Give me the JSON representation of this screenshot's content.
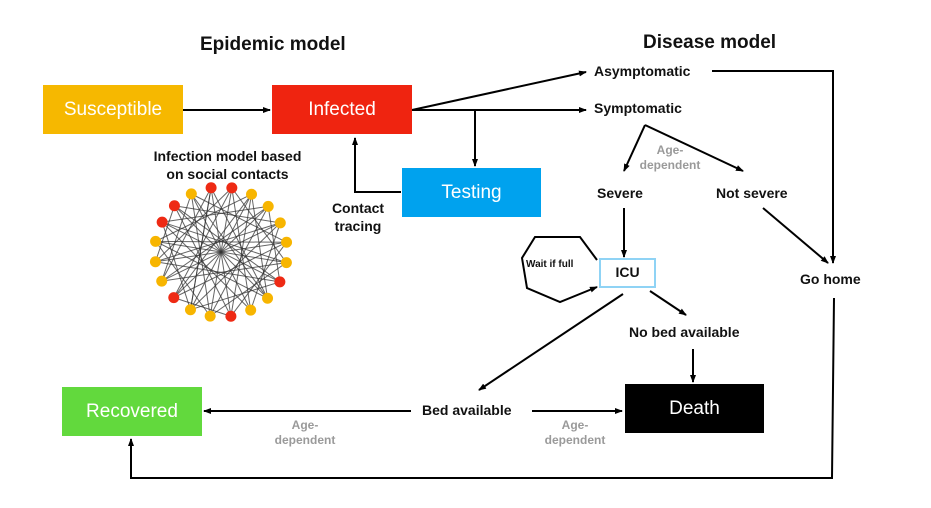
{
  "titles": {
    "epidemic": "Epidemic model",
    "disease": "Disease model"
  },
  "colors": {
    "susceptible": "#f6b800",
    "infected": "#ef2410",
    "testing": "#00a2ee",
    "recovered": "#62d93d",
    "death": "#000000",
    "icu_border": "#8fd3f5",
    "node_red": "#ee2a14",
    "node_yellow": "#f7b500",
    "edge": "#333333",
    "gray_text": "#9a9a9a"
  },
  "states": {
    "susceptible": "Susceptible",
    "infected": "Infected",
    "testing": "Testing",
    "recovered": "Recovered",
    "death": "Death"
  },
  "labels": {
    "infection_model_line1": "Infection model based",
    "infection_model_line2": "on social contacts",
    "contact_line1": "Contact",
    "contact_line2": "tracing",
    "asymptomatic": "Asymptomatic",
    "symptomatic": "Symptomatic",
    "severe": "Severe",
    "not_severe": "Not severe",
    "icu": "ICU",
    "wait_if_full": "Wait if full",
    "go_home": "Go home",
    "no_bed": "No bed available",
    "bed_available": "Bed available",
    "age_line1": "Age-",
    "age_line2": "dependent"
  },
  "network": {
    "node_colors": [
      "red",
      "red",
      "yellow",
      "yellow",
      "yellow",
      "yellow",
      "yellow",
      "red",
      "yellow",
      "yellow",
      "red",
      "yellow",
      "yellow",
      "red",
      "yellow",
      "yellow",
      "yellow",
      "red",
      "red",
      "yellow"
    ],
    "edges": [
      [
        0,
        8
      ],
      [
        0,
        12
      ],
      [
        0,
        14
      ],
      [
        1,
        9
      ],
      [
        1,
        15
      ],
      [
        1,
        6
      ],
      [
        2,
        10
      ],
      [
        2,
        16
      ],
      [
        2,
        13
      ],
      [
        3,
        11
      ],
      [
        3,
        17
      ],
      [
        3,
        7
      ],
      [
        4,
        12
      ],
      [
        4,
        18
      ],
      [
        4,
        9
      ],
      [
        5,
        13
      ],
      [
        5,
        19
      ],
      [
        5,
        10
      ],
      [
        6,
        14
      ],
      [
        6,
        11
      ],
      [
        7,
        15
      ],
      [
        7,
        12
      ],
      [
        8,
        16
      ],
      [
        8,
        2
      ],
      [
        9,
        17
      ],
      [
        10,
        18
      ],
      [
        11,
        19
      ],
      [
        12,
        0
      ],
      [
        13,
        1
      ],
      [
        14,
        3
      ],
      [
        15,
        4
      ],
      [
        16,
        5
      ],
      [
        17,
        6
      ],
      [
        18,
        7
      ],
      [
        19,
        8
      ],
      [
        0,
        10
      ],
      [
        1,
        11
      ],
      [
        2,
        12
      ],
      [
        3,
        13
      ],
      [
        4,
        14
      ],
      [
        5,
        15
      ],
      [
        6,
        16
      ],
      [
        7,
        17
      ],
      [
        8,
        18
      ],
      [
        9,
        19
      ],
      [
        10,
        13
      ],
      [
        12,
        17
      ],
      [
        14,
        19
      ],
      [
        15,
        18
      ],
      [
        11,
        16
      ]
    ]
  }
}
